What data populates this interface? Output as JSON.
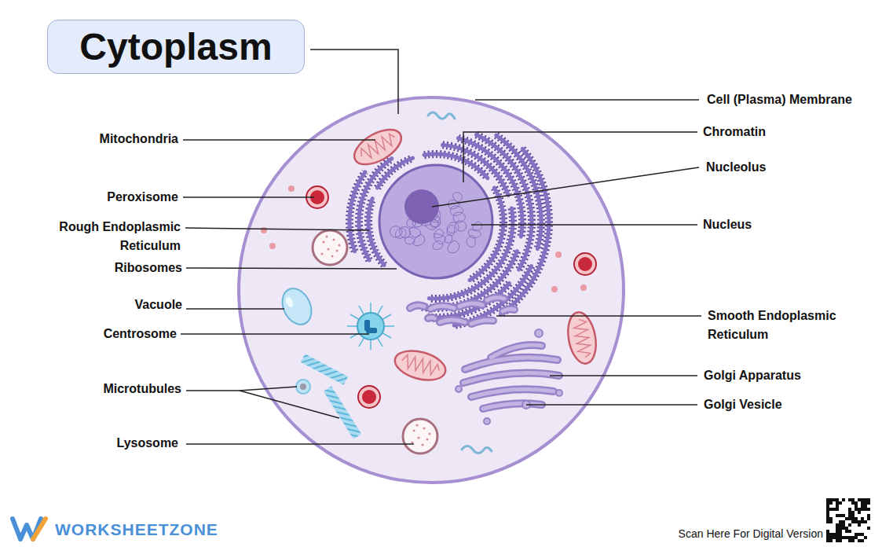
{
  "diagram": {
    "title": "Cytoplasm",
    "labels": [
      "Mitochondria",
      "Peroxisome",
      "Rough Endoplasmic Reticulum",
      "Ribosomes",
      "Vacuole",
      "Centrosome",
      "Microtubules",
      "Lysosome",
      "Cell (Plasma) Membrane",
      "Chromatin",
      "Nucleolus",
      "Nucleus",
      "Smooth Endoplasmic Reticulum",
      "Golgi Apparatus",
      "Golgi Vesicle",
      "WORKSHEETZONE",
      "Scan Here For Digital Version"
    ]
  }
}
